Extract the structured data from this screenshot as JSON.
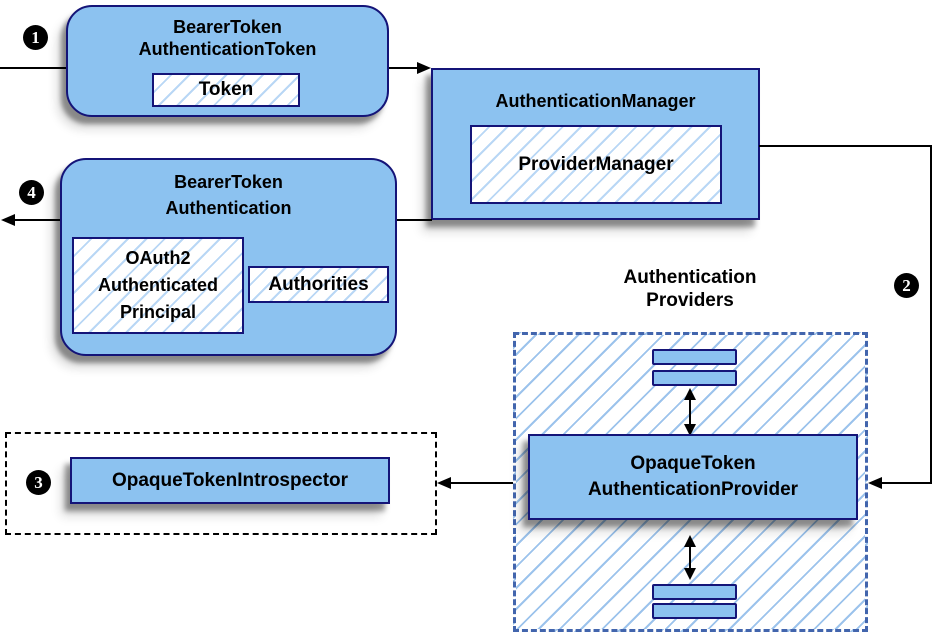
{
  "steps": {
    "s1": "1",
    "s2": "2",
    "s3": "3",
    "s4": "4"
  },
  "nodes": {
    "bearer_token_authentication_token": {
      "line1": "BearerToken",
      "line2": "AuthenticationToken",
      "token_label": "Token"
    },
    "authentication_manager": {
      "label": "AuthenticationManager",
      "provider_manager_label": "ProviderManager"
    },
    "bearer_token_authentication": {
      "line1": "BearerToken",
      "line2": "Authentication",
      "principal_line1": "OAuth2",
      "principal_line2": "Authenticated",
      "principal_line3": "Principal",
      "authorities_label": "Authorities"
    },
    "opaque_token_authentication_provider": {
      "line1": "OpaqueToken",
      "line2": "AuthenticationProvider"
    },
    "opaque_token_introspector": {
      "label": "OpaqueTokenIntrospector"
    }
  },
  "labels": {
    "authentication_providers_line1": "Authentication",
    "authentication_providers_line2": "Providers"
  },
  "colors": {
    "node_fill": "#8cc2f0",
    "node_border": "#141478",
    "hatch_line": "#9cc3ec",
    "inner_hatch_line": "#b9d7f5",
    "providers_container_border": "#4265ad",
    "introspector_container_border": "#000000",
    "arrow": "#000000",
    "badge_bg": "#000000",
    "badge_text": "#ffffff",
    "shadow": "#9e9e9e"
  }
}
